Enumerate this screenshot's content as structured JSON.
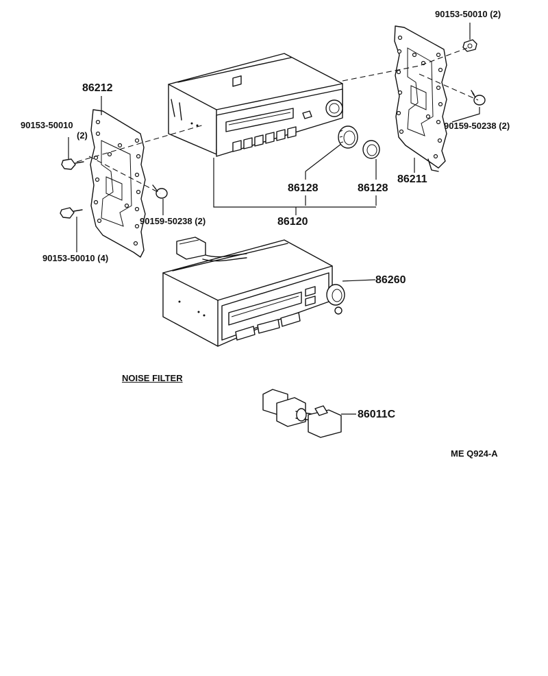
{
  "labels": {
    "bracket_left": "86212",
    "bracket_right": "86211",
    "screw_top_right": "90153-50010",
    "screw_top_right_qty": "(2)",
    "screw_left": "90153-50010",
    "screw_left_qty": "(2)",
    "bolt_right": "90159-50238",
    "bolt_right_qty": "(2)",
    "bolt_left": "90159-50238",
    "bolt_left_qty": "(2)",
    "screw_bottom_left": "90153-50010",
    "screw_bottom_left_qty": "(4)",
    "knob_a": "86128",
    "knob_b": "86128",
    "radio_assy": "86120",
    "tape_deck": "86260",
    "noise_filter_heading": "NOISE FILTER",
    "noise_filter_part": "86011C",
    "figure_code": "ME Q924-A"
  }
}
